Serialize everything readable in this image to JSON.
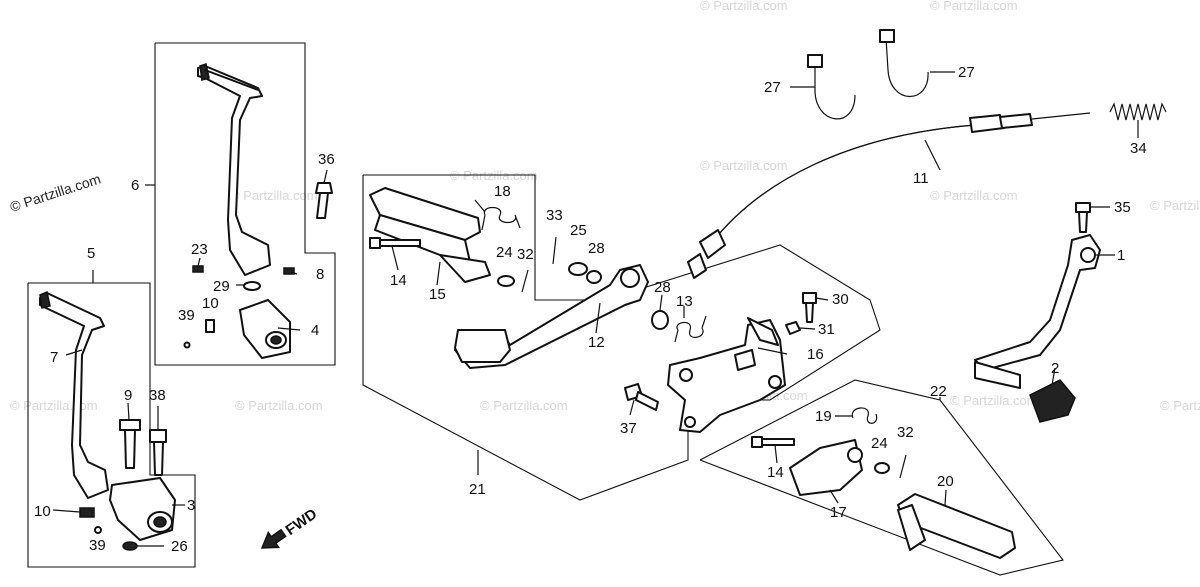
{
  "copyright": "© Partzilla.com",
  "watermark": "© Partzilla.com",
  "fwd_label": "FWD",
  "labels": {
    "l1": "1",
    "l2": "2",
    "l3": "3",
    "l4": "4",
    "l5": "5",
    "l6": "6",
    "l7": "7",
    "l8": "8",
    "l9": "9",
    "l10a": "10",
    "l10b": "10",
    "l11": "11",
    "l12": "12",
    "l13": "13",
    "l14a": "14",
    "l14b": "14",
    "l15": "15",
    "l16": "16",
    "l17": "17",
    "l18": "18",
    "l19": "19",
    "l20": "20",
    "l21": "21",
    "l22": "22",
    "l23": "23",
    "l24a": "24",
    "l24b": "24",
    "l25": "25",
    "l26": "26",
    "l27a": "27",
    "l27b": "27",
    "l28a": "28",
    "l28b": "28",
    "l29": "29",
    "l30": "30",
    "l31": "31",
    "l32a": "32",
    "l32b": "32",
    "l33": "33",
    "l34": "34",
    "l35": "35",
    "l36": "36",
    "l37": "37",
    "l38": "38",
    "l39a": "39",
    "l39b": "39"
  }
}
